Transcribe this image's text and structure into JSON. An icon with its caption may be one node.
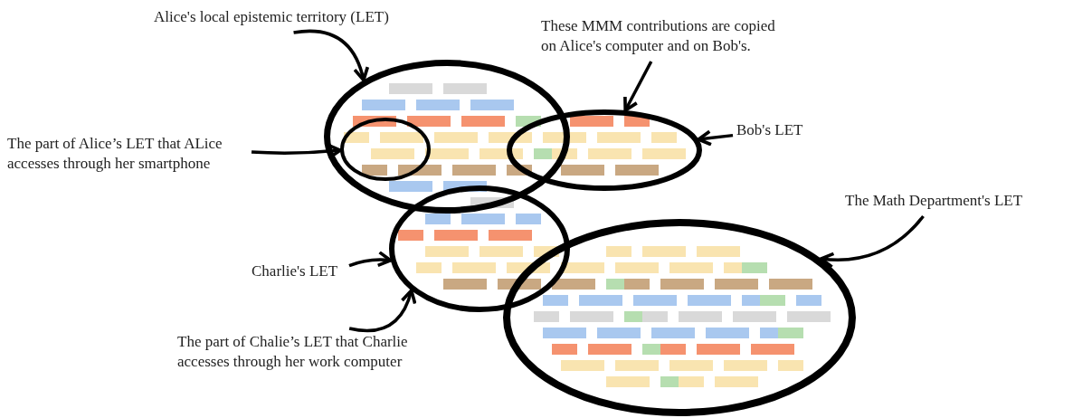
{
  "diagram": {
    "nodes": [
      {
        "text": [
          "Alice's local epistemic territory (LET)"
        ]
      },
      {
        "text": [
          "These MMM contributions are copied on Alice's computer and on Bob's."
        ]
      },
      {
        "text": [
          "Bob's LET"
        ]
      },
      {
        "text": [
          "The part of Alice’s LET that ALice accesses through her smartphone"
        ]
      },
      {
        "text": [
          "The Math Department's LET"
        ]
      },
      {
        "text": [
          "Charlie's LET"
        ]
      },
      {
        "text": [
          "The part of Chalie’s LET that Charlie accesses through her work computer"
        ]
      },
      {
        "text": [],
        "shape": "ellipse"
      },
      {
        "text": [],
        "shape": "ellipse"
      },
      {
        "text": [],
        "shape": "ellipse",
        "in": 7
      },
      {
        "text": [],
        "shape": "ellipse"
      },
      {
        "text": [],
        "shape": "ellipse"
      }
    ],
    "edges": [
      {
        "from": 0,
        "to": 7,
        "arrow": "to"
      },
      {
        "from": 1,
        "to": 8,
        "arrow": "to"
      },
      {
        "from": 2,
        "to": 8,
        "arrow": "to"
      },
      {
        "from": 3,
        "to": 9,
        "arrow": "to"
      },
      {
        "from": 4,
        "to": 11,
        "arrow": "to"
      },
      {
        "from": 5,
        "to": 10,
        "arrow": "to"
      },
      {
        "from": 6,
        "to": 10,
        "arrow": "to"
      }
    ]
  }
}
